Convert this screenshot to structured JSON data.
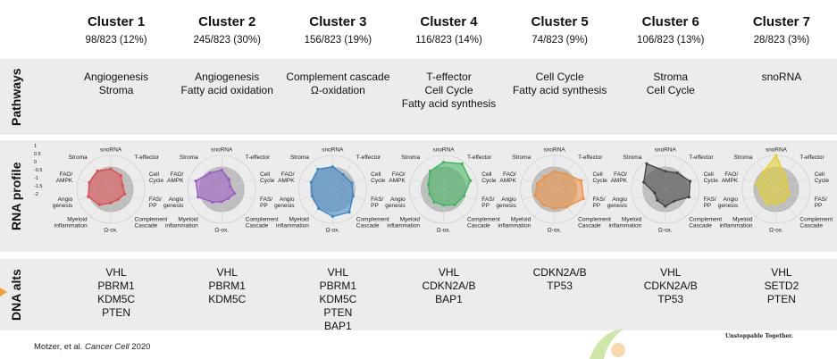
{
  "row_labels": {
    "pathways": "Pathways",
    "rna": "RNA profile",
    "dna": "DNA alts"
  },
  "axis_labels": [
    "snoRNA",
    "T-effector",
    "Cell\nCycle",
    "FAS/\nPP",
    "Complement\nCascade",
    "Ω-ox.",
    "Myeloid\ninflammation",
    "Angio\ngenesis",
    "FAO/\nAMPK",
    "Stroma"
  ],
  "scale_ticks": [
    "1",
    "0.5",
    "0",
    "-0.5",
    "-1",
    "-1.5",
    "-2"
  ],
  "clusters": [
    {
      "title": "Cluster 1",
      "count": "98/823 (12%)",
      "pathways": [
        "Angiogenesis",
        "Stroma"
      ],
      "dna": [
        "VHL",
        "PBRM1",
        "KDM5C",
        "PTEN"
      ]
    },
    {
      "title": "Cluster 2",
      "count": "245/823 (30%)",
      "pathways": [
        "Angiogenesis",
        "Fatty acid oxidation"
      ],
      "dna": [
        "VHL",
        "PBRM1",
        "KDM5C"
      ]
    },
    {
      "title": "Cluster 3",
      "count": "156/823 (19%)",
      "pathways": [
        "Complement cascade",
        "Ω-oxidation"
      ],
      "dna": [
        "VHL",
        "PBRM1",
        "KDM5C",
        "PTEN",
        "BAP1"
      ]
    },
    {
      "title": "Cluster 4",
      "count": "116/823 (14%)",
      "pathways": [
        "T-effector",
        "Cell Cycle",
        "Fatty acid synthesis"
      ],
      "dna": [
        "VHL",
        "CDKN2A/B",
        "BAP1"
      ]
    },
    {
      "title": "Cluster 5",
      "count": "74/823 (9%)",
      "pathways": [
        "Cell Cycle",
        "Fatty acid synthesis"
      ],
      "dna": [
        "CDKN2A/B",
        "TP53"
      ]
    },
    {
      "title": "Cluster 6",
      "count": "106/823 (13%)",
      "pathways": [
        "Stroma",
        "Cell Cycle"
      ],
      "dna": [
        "VHL",
        "CDKN2A/B",
        "TP53"
      ]
    },
    {
      "title": "Cluster 7",
      "count": "28/823 (3%)",
      "pathways": [
        "snoRNA"
      ],
      "dna": [
        "VHL",
        "SETD2",
        "PTEN"
      ]
    }
  ],
  "chart_data": {
    "type": "radar",
    "axes": [
      "snoRNA",
      "T-effector",
      "Cell Cycle",
      "FAS/PP",
      "Complement Cascade",
      "Ω-ox.",
      "Myeloid inflammation",
      "Angiogenesis",
      "FAO/AMPK",
      "Stroma"
    ],
    "range": [
      -2,
      1
    ],
    "series": [
      {
        "name": "Cluster 1",
        "color": "#e04a4a",
        "values": [
          -0.2,
          -0.5,
          -0.9,
          -0.7,
          -0.9,
          -0.8,
          -0.3,
          0.1,
          0.0,
          0.0
        ]
      },
      {
        "name": "Cluster 2",
        "color": "#9a5bc2",
        "values": [
          -0.3,
          -0.9,
          -1.2,
          -0.8,
          -1.0,
          -0.9,
          -0.6,
          0.2,
          0.4,
          -0.2
        ]
      },
      {
        "name": "Cluster 3",
        "color": "#3a86cc",
        "values": [
          0.0,
          -0.4,
          -0.2,
          -0.1,
          0.5,
          0.4,
          0.1,
          -0.1,
          0.0,
          0.2
        ]
      },
      {
        "name": "Cluster 4",
        "color": "#3cb55c",
        "values": [
          0.4,
          0.8,
          0.5,
          -0.1,
          -0.3,
          -0.6,
          -0.6,
          -0.7,
          -0.6,
          0.0
        ]
      },
      {
        "name": "Cluster 5",
        "color": "#f0903c",
        "values": [
          -0.4,
          -0.3,
          0.5,
          0.7,
          -0.1,
          -0.3,
          -0.3,
          -0.2,
          -0.4,
          -0.6
        ]
      },
      {
        "name": "Cluster 6",
        "color": "#444444",
        "values": [
          -0.4,
          -0.2,
          0.3,
          0.2,
          -0.7,
          -0.5,
          -0.8,
          -1.0,
          0.0,
          0.8
        ]
      },
      {
        "name": "Cluster 7",
        "color": "#e6d02a",
        "values": [
          1.0,
          -0.6,
          -1.0,
          -0.8,
          -0.8,
          -0.7,
          -0.5,
          -0.6,
          -0.2,
          -0.1
        ]
      }
    ]
  },
  "citation": {
    "text": "Motzer, et al. ",
    "journal": "Cancer Cell",
    "year": " 2020"
  },
  "brand": "Unstoppable Together."
}
